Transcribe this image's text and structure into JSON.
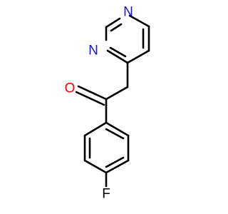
{
  "colors": {
    "bond": "#000000",
    "nitrogen": "#1414e6",
    "oxygen": "#ff0000",
    "fluorine": "#000000",
    "background": "#ffffff"
  },
  "atoms": {
    "n1": "N",
    "n2": "N",
    "o": "O",
    "f": "F"
  }
}
